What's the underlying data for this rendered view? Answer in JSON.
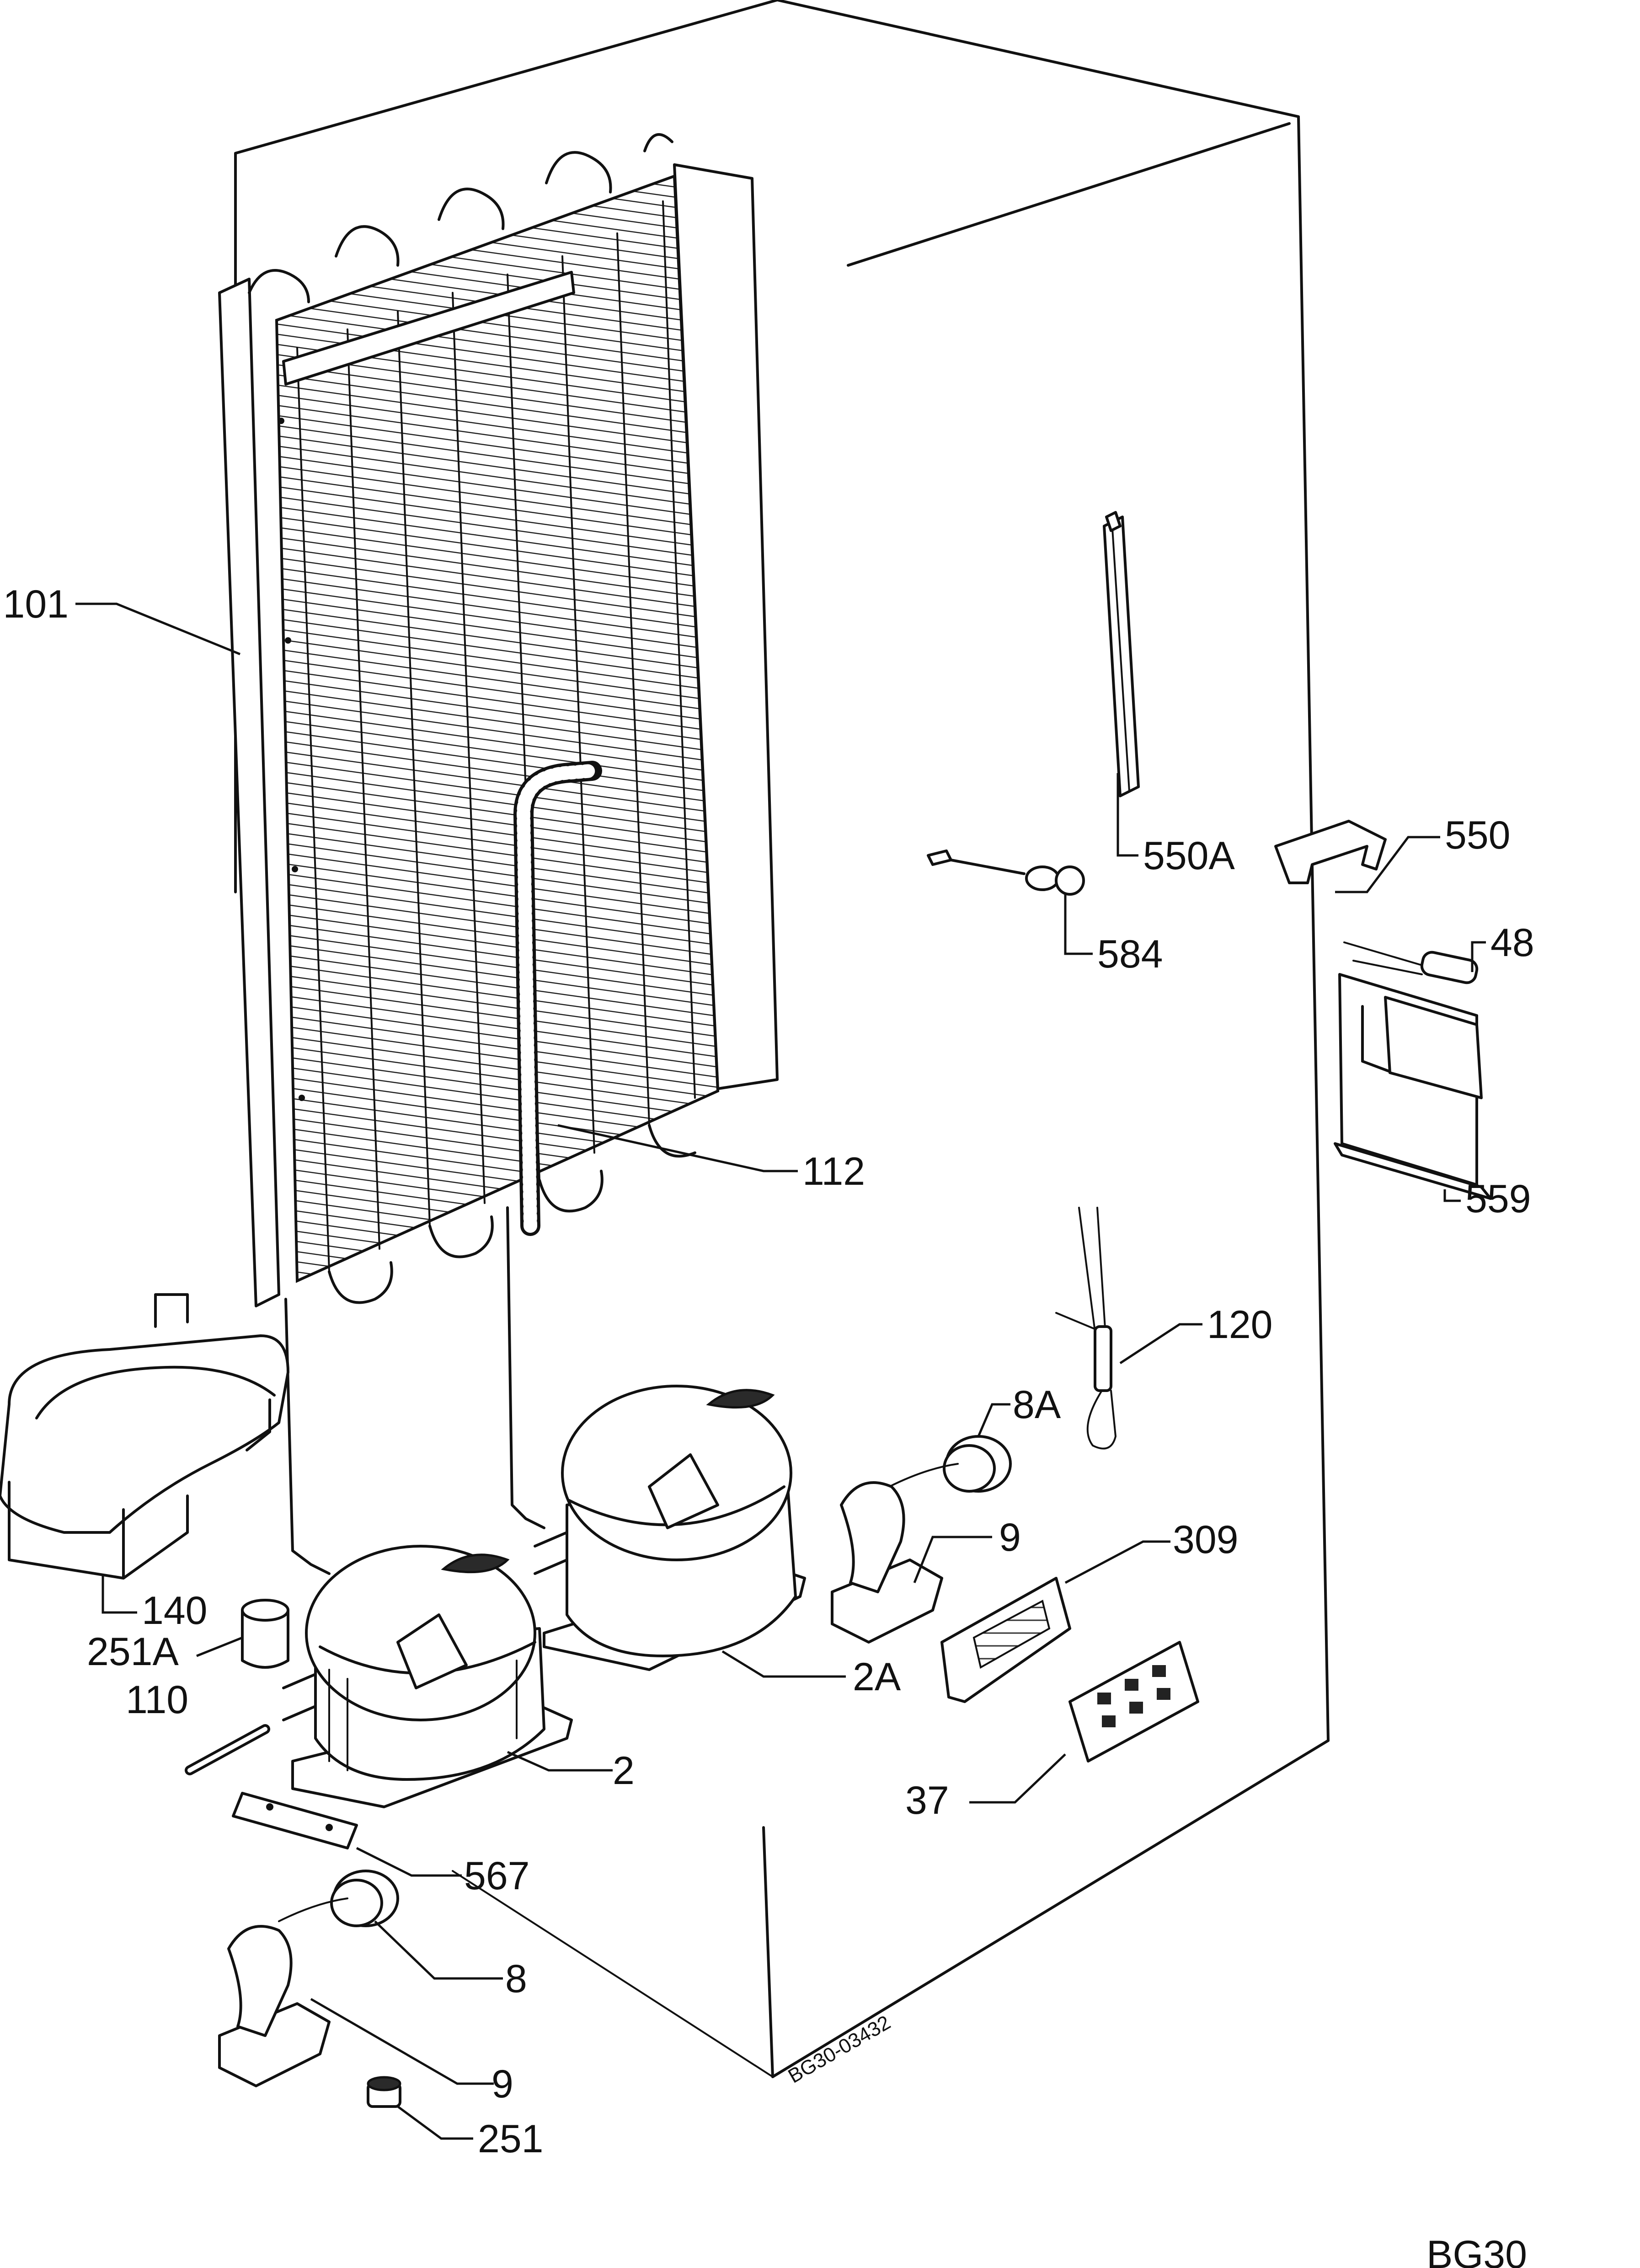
{
  "diagram": {
    "type": "exploded parts diagram",
    "drawing_code": "BG30-03432",
    "corner_code": "BG30"
  },
  "labels": [
    {
      "id": "101",
      "text": "101"
    },
    {
      "id": "550A",
      "text": "550A"
    },
    {
      "id": "550",
      "text": "550"
    },
    {
      "id": "584",
      "text": "584"
    },
    {
      "id": "48",
      "text": "48"
    },
    {
      "id": "112",
      "text": "112"
    },
    {
      "id": "559",
      "text": "559"
    },
    {
      "id": "120",
      "text": "120"
    },
    {
      "id": "8A",
      "text": "8A"
    },
    {
      "id": "9a",
      "text": "9"
    },
    {
      "id": "309",
      "text": "309"
    },
    {
      "id": "140",
      "text": "140"
    },
    {
      "id": "251A",
      "text": "251A"
    },
    {
      "id": "2A",
      "text": "2A"
    },
    {
      "id": "110",
      "text": "110"
    },
    {
      "id": "2",
      "text": "2"
    },
    {
      "id": "37",
      "text": "37"
    },
    {
      "id": "567",
      "text": "567"
    },
    {
      "id": "8",
      "text": "8"
    },
    {
      "id": "9b",
      "text": "9"
    },
    {
      "id": "251",
      "text": "251"
    }
  ]
}
